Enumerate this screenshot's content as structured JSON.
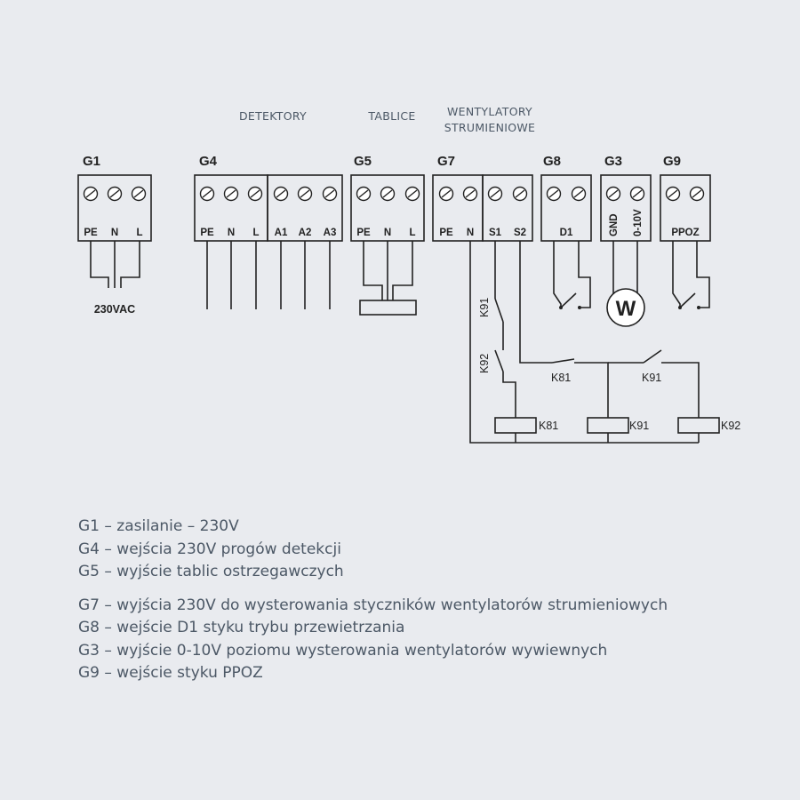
{
  "headers": {
    "detectors": "DETEKTORY",
    "boards": "TABLICE",
    "fans_line1": "WENTYLATORY",
    "fans_line2": "STRUMIENIOWE"
  },
  "groups": {
    "g1": {
      "name": "G1",
      "pins": [
        "PE",
        "N",
        "L"
      ]
    },
    "g4": {
      "name": "G4",
      "pins": [
        "PE",
        "N",
        "L",
        "A1",
        "A2",
        "A3"
      ]
    },
    "g5": {
      "name": "G5",
      "pins": [
        "PE",
        "N",
        "L"
      ]
    },
    "g7": {
      "name": "G7",
      "pins": [
        "PE",
        "N",
        "S1",
        "S2"
      ]
    },
    "g8": {
      "name": "G8",
      "pins": [
        "D1"
      ]
    },
    "g3": {
      "name": "G3",
      "pins": [
        "GND",
        "0-10V"
      ]
    },
    "g9": {
      "name": "G9",
      "pins": [
        "PPOZ"
      ]
    }
  },
  "supply_label": "230VAC",
  "fan_symbol": "W",
  "relays": {
    "k91": "K91",
    "k92": "K92",
    "k81": "K81"
  },
  "legend": [
    "G1 – zasilanie – 230V",
    "G4 – wejścia 230V progów detekcji",
    "G5 – wyjście tablic ostrzegawczych",
    "G7 – wyjścia 230V do wysterowania styczników wentylatorów strumieniowych",
    "G8 – wejście D1 styku trybu przewietrzania",
    "G3 – wyjście 0-10V poziomu wysterowania wentylatorów wywiewnych",
    "G9 – wejście styku PPOZ"
  ]
}
